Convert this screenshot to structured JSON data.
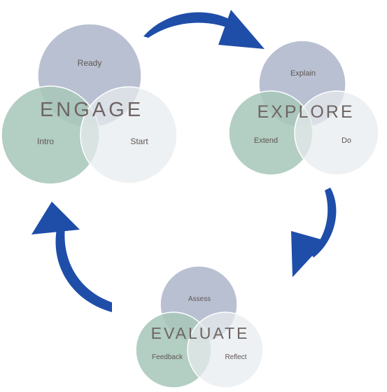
{
  "colors": {
    "top_circle": "#b9c0d2",
    "left_circle": "#a9c7b9",
    "right_circle": "#e7ecee",
    "circle_stroke": "#ffffff",
    "title_text": "#6e6563",
    "label_text": "#5e5654",
    "arrow": "#1f4ea9"
  },
  "cycle": {
    "engage": {
      "title": "ENGAGE",
      "top": "Ready",
      "left": "Intro",
      "right": "Start"
    },
    "explore": {
      "title": "EXPLORE",
      "top": "Explain",
      "left": "Extend",
      "right": "Do"
    },
    "evaluate": {
      "title": "EVALUATE",
      "top": "Assess",
      "left": "Feedback",
      "right": "Reflect"
    }
  },
  "arrows": [
    {
      "name": "arrow-engage-to-explore-icon"
    },
    {
      "name": "arrow-explore-to-evaluate-icon"
    },
    {
      "name": "arrow-evaluate-to-engage-icon"
    }
  ]
}
